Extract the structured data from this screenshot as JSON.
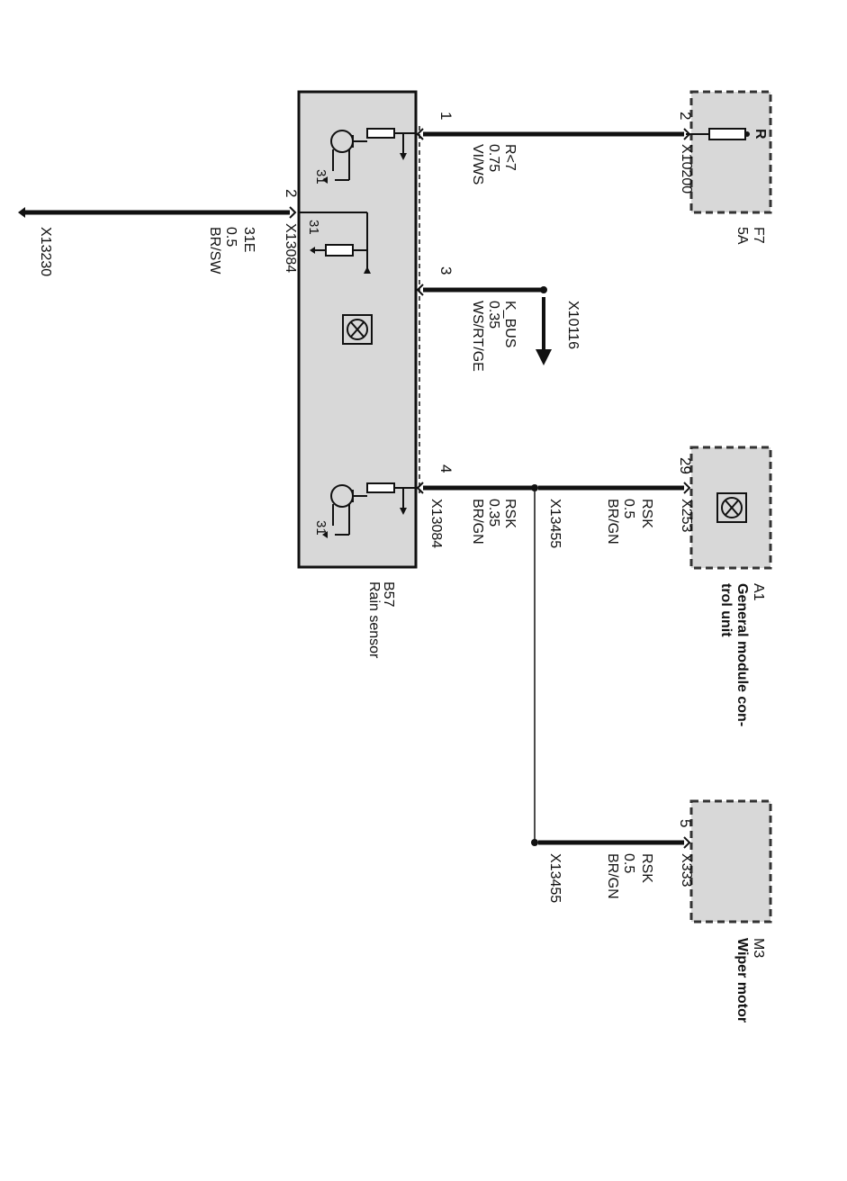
{
  "diagram": {
    "colors": {
      "wire": "#111111",
      "component_fill": "#d8d8d8",
      "dashed_border": "#333333",
      "background": "#ffffff"
    },
    "components": {
      "rain_sensor": {
        "id": "B57",
        "name": "Rain sensor"
      },
      "fuse": {
        "id": "F7",
        "rating": "5A",
        "pin_label": "R"
      },
      "gm": {
        "id": "A1",
        "name_line1": "General module con-",
        "name_line2": "trol unit"
      },
      "wiper": {
        "id": "M3",
        "name": "Wiper motor"
      }
    },
    "sensor_internal": {
      "ground_1": "31",
      "ground_2": "31",
      "ground_4": "31"
    },
    "wires": {
      "w1": {
        "sensor_pin": "1",
        "signal": "R<7",
        "size": "0.75",
        "color": "VI/WS",
        "fuse_pin": "2",
        "connector": "X10200"
      },
      "w2": {
        "sensor_pin": "2",
        "signal": "31E",
        "size": "0.5",
        "color": "BR/SW",
        "connector": "X13084",
        "ground_point": "X13230"
      },
      "w3": {
        "sensor_pin": "3",
        "signal": "K_BUS",
        "size": "0.35",
        "color": "WS/RT/GE",
        "connector": "X10116"
      },
      "w4": {
        "sensor_pin": "4",
        "signal": "RSK",
        "size": "0.35",
        "color": "BR/GN",
        "connector": "X13084",
        "splice": "X13455"
      },
      "w5": {
        "gm_pin": "29",
        "signal": "RSK",
        "size": "0.5",
        "color": "BR/GN",
        "connector": "X253"
      },
      "w6": {
        "wiper_pin": "5",
        "signal": "RSK",
        "size": "0.5",
        "color": "BR/GN",
        "connector": "X333",
        "splice": "X13455"
      }
    },
    "icons": [
      "ground-terminal-icon",
      "arrow-down-icon",
      "control-unit-icon",
      "transistor-icon",
      "resistor-icon",
      "fuse-icon",
      "splice-dot-icon"
    ]
  }
}
